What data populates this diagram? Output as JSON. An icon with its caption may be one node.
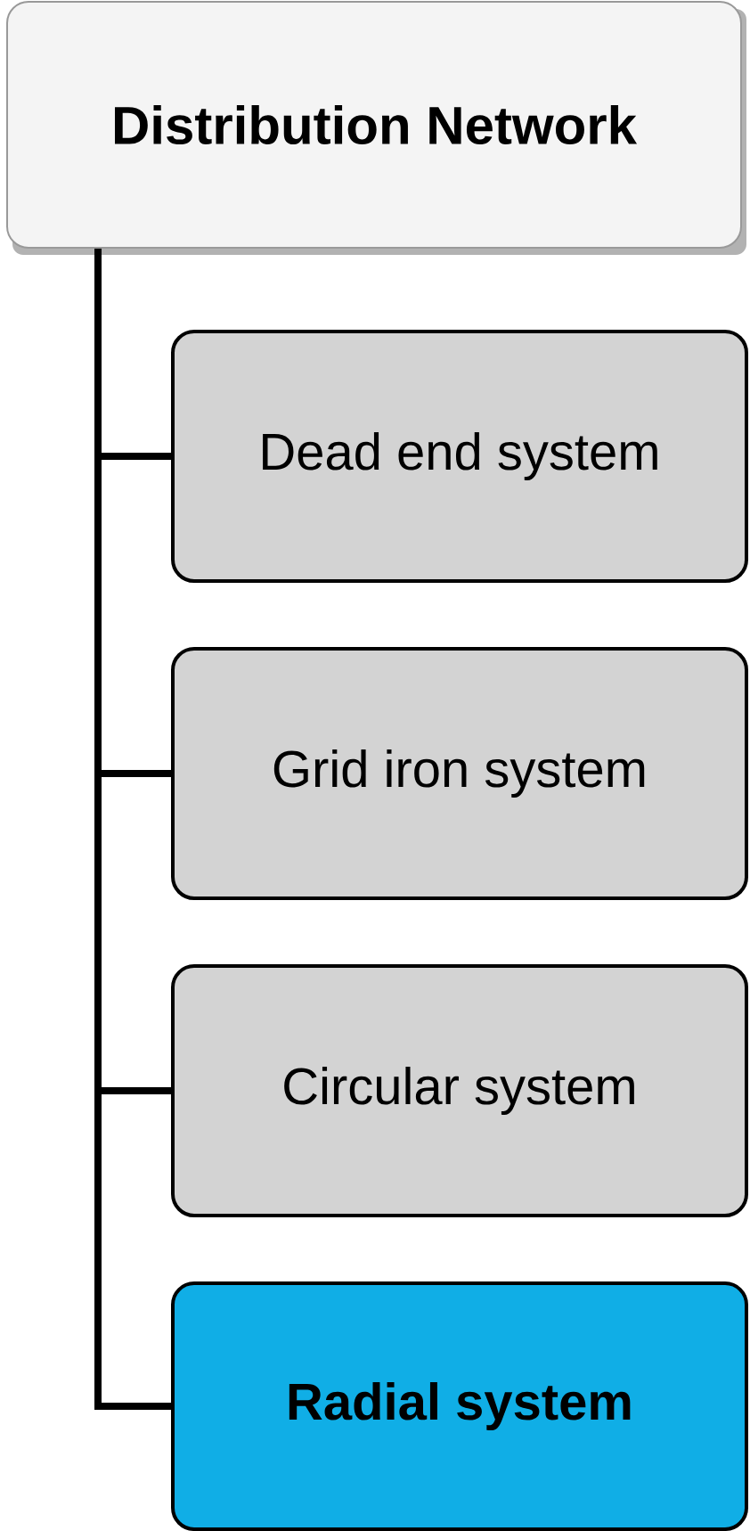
{
  "diagram": {
    "nodes": [
      {
        "text": [
          "Distribution Network"
        ]
      },
      {
        "text": [
          "Dead end system"
        ]
      },
      {
        "text": [
          "Grid iron system"
        ]
      },
      {
        "text": [
          "Circular system"
        ]
      },
      {
        "text": [
          "Radial system"
        ]
      }
    ],
    "edges": [
      {
        "from": 0,
        "to": 1,
        "arrow": "none"
      },
      {
        "from": 0,
        "to": 2,
        "arrow": "none"
      },
      {
        "from": 0,
        "to": 3,
        "arrow": "none"
      },
      {
        "from": 0,
        "to": 4,
        "arrow": "none"
      }
    ]
  }
}
